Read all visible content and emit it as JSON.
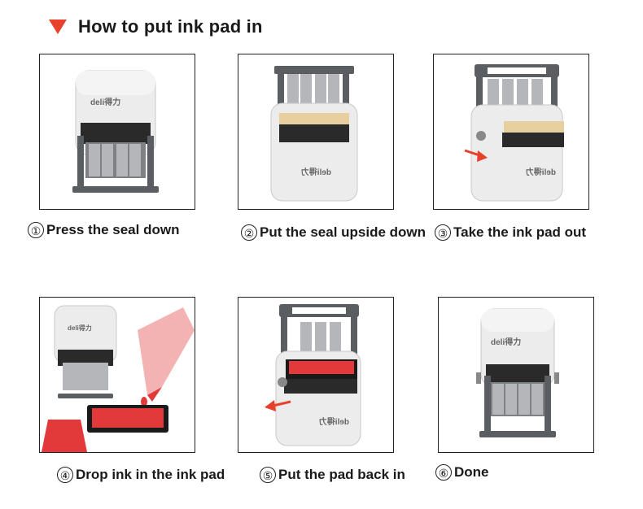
{
  "title": "How to put ink pad in",
  "colors": {
    "accent": "#e8402a",
    "ink": "#e23a3a",
    "body": "#ececec",
    "frame": "#5a5e63"
  },
  "brand": {
    "logo_text": "deli得力",
    "logo_text_mirrored": "deli得力"
  },
  "steps": [
    {
      "num": "①",
      "label": "Press the seal down"
    },
    {
      "num": "②",
      "label": "Put the seal upside down"
    },
    {
      "num": "③",
      "label": "Take the ink pad out"
    },
    {
      "num": "④",
      "label": "Drop ink in the ink pad"
    },
    {
      "num": "⑤",
      "label": "Put the pad back in"
    },
    {
      "num": "⑥",
      "label": "Done"
    }
  ]
}
